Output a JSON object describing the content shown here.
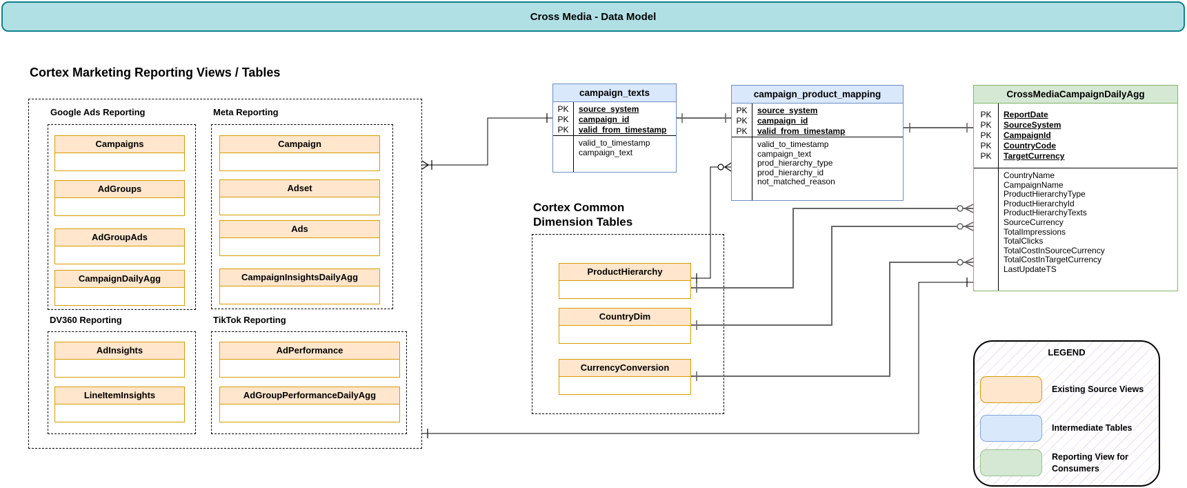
{
  "palette": {
    "banner_fill": "#B1E0E4",
    "banner_border": "#10808C",
    "source_view_fill": "#FFE6CC",
    "source_view_border": "#D79B00",
    "intermediate_fill": "#DAE8FC",
    "intermediate_border": "#6C8EBF",
    "reporting_fill": "#D5E8D4",
    "reporting_border": "#82B366",
    "connector_gray": "#666666",
    "connector_black": "#000000",
    "legend_hatch": "#BA9AD6"
  },
  "banner": {
    "title": "Cross Media - Data Model"
  },
  "marketing_section": {
    "title": "Cortex Marketing Reporting Views / Tables",
    "groups": {
      "google": {
        "label": "Google Ads Reporting",
        "entities": [
          "Campaigns",
          "AdGroups",
          "AdGroupAds",
          "CampaignDailyAgg"
        ]
      },
      "meta": {
        "label": "Meta Reporting",
        "entities": [
          "Campaign",
          "Adset",
          "Ads",
          "CampaignInsightsDailyAgg"
        ]
      },
      "dv360": {
        "label": "DV360 Reporting",
        "entities": [
          "AdInsights",
          "LineItemInsights"
        ]
      },
      "tiktok": {
        "label": "TikTok Reporting",
        "entities": [
          "AdPerformance",
          "AdGroupPerformanceDailyAgg"
        ]
      }
    }
  },
  "dimension_section": {
    "title_line1": "Cortex Common",
    "title_line2": "Dimension Tables",
    "entities": [
      "ProductHierarchy",
      "CountryDim",
      "CurrencyConversion"
    ]
  },
  "tables": {
    "campaign_texts": {
      "title": "campaign_texts",
      "pk_gutter": [
        "PK",
        "PK",
        "PK"
      ],
      "pk_fields": [
        "source_system",
        "campaign_id",
        "valid_from_timestamp"
      ],
      "fields": [
        "valid_to_timestamp",
        "campaign_text"
      ]
    },
    "campaign_product_mapping": {
      "title": "campaign_product_mapping",
      "pk_gutter": [
        "PK",
        "PK",
        "PK"
      ],
      "pk_fields": [
        "source_system",
        "campaign_id",
        "valid_from_timestamp"
      ],
      "fields": [
        "valid_to_timestamp",
        "campaign_text",
        "prod_hierarchy_type",
        "prod_hierarchy_id",
        "not_matched_reason"
      ]
    },
    "cross_media_campaign_daily_agg": {
      "title": "CrossMediaCampaignDailyAgg",
      "pk_gutter": [
        "PK",
        "PK",
        "PK",
        "PK",
        "PK"
      ],
      "pk_fields": [
        "ReportDate",
        "SourceSystem",
        "CampaignId",
        "CountryCode",
        "TargetCurrency"
      ],
      "fields": [
        "CountryName",
        "CampaignName",
        "ProductHierarchyType",
        "ProductHierarchyId",
        "ProductHierarchyTexts",
        "SourceCurrency",
        "TotalImpressions",
        "TotalClicks",
        "TotalCostInSourceCurrency",
        "TotalCostInTargetCurrency",
        "LastUpdateTS"
      ]
    }
  },
  "legend": {
    "title": "LEGEND",
    "items": [
      {
        "label": "Existing Source Views"
      },
      {
        "label": "Intermediate Tables"
      },
      {
        "label": "Reporting View for Consumers"
      }
    ]
  }
}
